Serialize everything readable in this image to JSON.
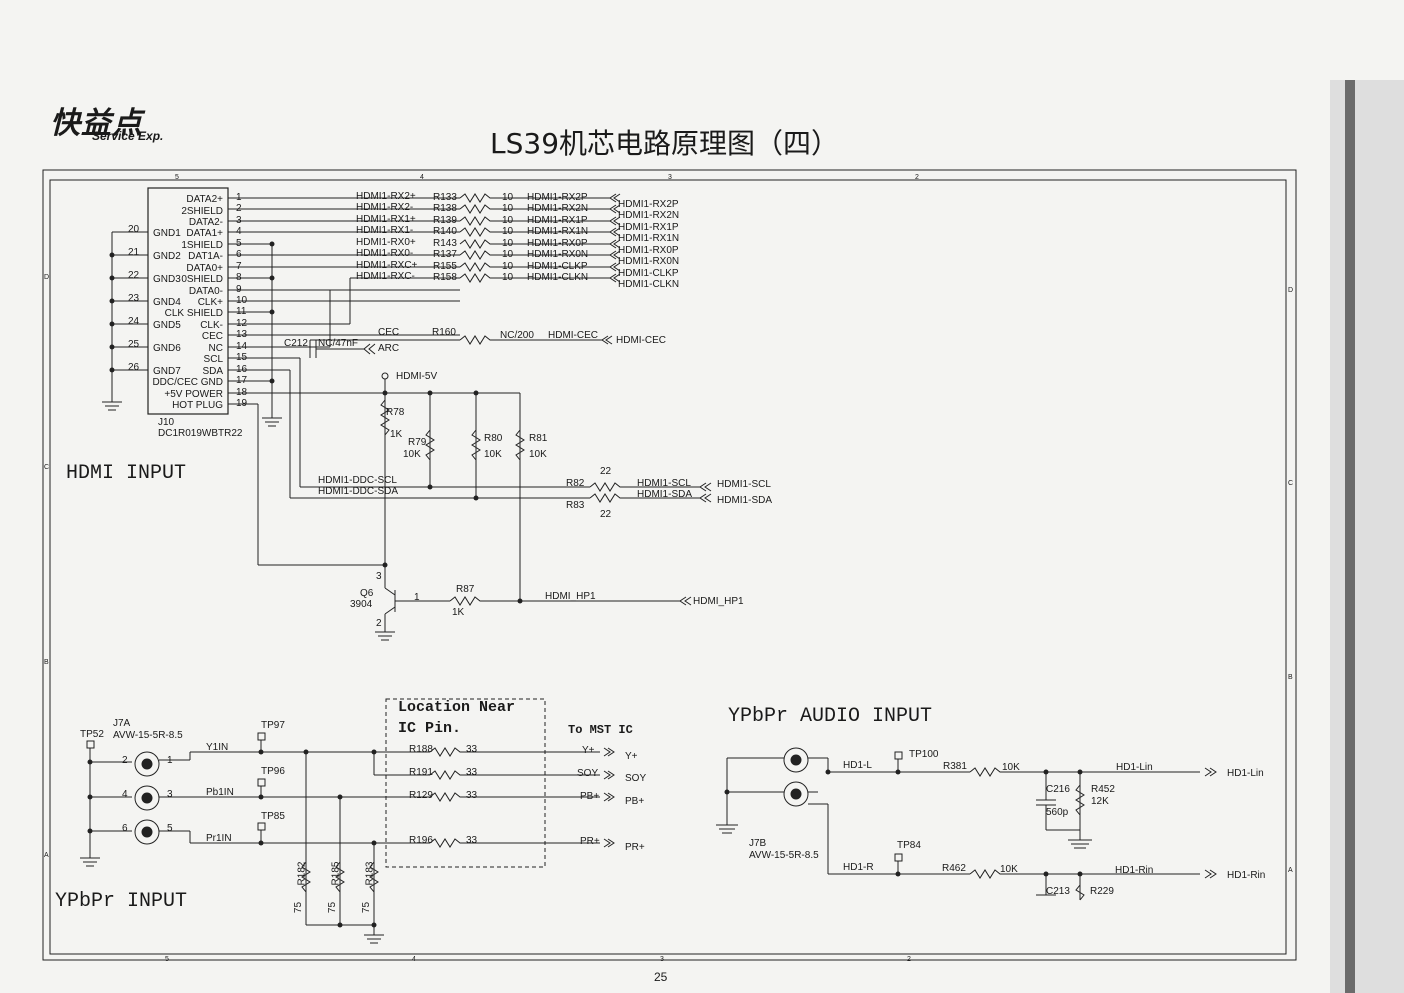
{
  "header": {
    "logo_text": "快益点",
    "logo_sub": "Service Exp.",
    "title": "LS39机芯电路原理图（四）"
  },
  "page_number": "25",
  "sections": {
    "hdmi": "HDMI INPUT",
    "ypbpr": "YPbPr INPUT",
    "audio": "YPbPr AUDIO INPUT",
    "location_note_line1": "Location Near",
    "location_note_line2": "IC Pin.",
    "to_mst": "To MST IC"
  },
  "connector_j10": {
    "ref": "J10",
    "part": "DC1R019WBTR22",
    "pins_right": [
      {
        "name": "DATA2+",
        "num": "1"
      },
      {
        "name": "2SHIELD",
        "num": "2"
      },
      {
        "name": "DATA2-",
        "num": "3"
      },
      {
        "name": "DATA1+",
        "num": "4"
      },
      {
        "name": "1SHIELD",
        "num": "5"
      },
      {
        "name": "DAT1A-",
        "num": "6"
      },
      {
        "name": "DATA0+",
        "num": "7"
      },
      {
        "name": "0SHIELD",
        "num": "8"
      },
      {
        "name": "DATA0-",
        "num": "9"
      },
      {
        "name": "CLK+",
        "num": "10"
      },
      {
        "name": "CLK SHIELD",
        "num": "11"
      },
      {
        "name": "CLK-",
        "num": "12"
      },
      {
        "name": "CEC",
        "num": "13"
      },
      {
        "name": "NC",
        "num": "14"
      },
      {
        "name": "SCL",
        "num": "15"
      },
      {
        "name": "SDA",
        "num": "16"
      },
      {
        "name": "DDC/CEC GND",
        "num": "17"
      },
      {
        "name": "+5V POWER",
        "num": "18"
      },
      {
        "name": "HOT PLUG",
        "num": "19"
      }
    ],
    "gnd_pins": [
      {
        "name": "GND1",
        "num": "20"
      },
      {
        "name": "GND2",
        "num": "21"
      },
      {
        "name": "GND3",
        "num": "22"
      },
      {
        "name": "GND4",
        "num": "23"
      },
      {
        "name": "GND5",
        "num": "24"
      },
      {
        "name": "GND6",
        "num": "25"
      },
      {
        "name": "GND7",
        "num": "26"
      }
    ]
  },
  "hdmi_lines": [
    {
      "net": "HDMI1-RX2+",
      "res": "R133",
      "val": "10",
      "out": "HDMI1-RX2P",
      "port": "HDMI1-RX2P"
    },
    {
      "net": "HDMI1-RX2-",
      "res": "R138",
      "val": "10",
      "out": "HDMI1-RX2N",
      "port": "HDMI1-RX2N"
    },
    {
      "net": "HDMI1-RX1+",
      "res": "R139",
      "val": "10",
      "out": "HDMI1-RX1P",
      "port": "HDMI1-RX1P"
    },
    {
      "net": "HDMI1-RX1-",
      "res": "R140",
      "val": "10",
      "out": "HDMI1-RX1N",
      "port": "HDMI1-RX1N"
    },
    {
      "net": "HDMI1-RX0+",
      "res": "R143",
      "val": "10",
      "out": "HDMI1-RX0P",
      "port": "HDMI1-RX0P"
    },
    {
      "net": "HDMI1-RX0-",
      "res": "R137",
      "val": "10",
      "out": "HDMI1-RX0N",
      "port": "HDMI1-RX0N"
    },
    {
      "net": "HDMI1-RXC+",
      "res": "R155",
      "val": "10",
      "out": "HDMI1-CLKP",
      "port": "HDMI1-CLKP"
    },
    {
      "net": "HDMI1-RXC-",
      "res": "R158",
      "val": "10",
      "out": "HDMI1-CLKN",
      "port": "HDMI1-CLKN"
    }
  ],
  "cec": {
    "net": "CEC",
    "res": "R160",
    "val": "NC/200",
    "out": "HDMI-CEC",
    "port": "HDMI-CEC",
    "cap": "C212",
    "cap_val": "NC/47nF",
    "arc": "ARC"
  },
  "power": {
    "net": "HDMI-5V",
    "r78": "R78",
    "r78_val": "1K",
    "r79": "R79",
    "r79_val": "10K",
    "r80": "R80",
    "r80_val": "10K",
    "r81": "R81",
    "r81_val": "10K"
  },
  "ddc": {
    "scl_net": "HDMI1-DDC-SCL",
    "sda_net": "HDMI1-DDC-SDA",
    "r82": "R82",
    "r82_val": "22",
    "r83": "R83",
    "r83_val": "22",
    "scl_out": "HDMI1-SCL",
    "sda_out": "HDMI1-SDA",
    "scl_port": "HDMI1-SCL",
    "sda_port": "HDMI1-SDA"
  },
  "hotplug": {
    "q": "Q6",
    "q_part": "3904",
    "r87": "R87",
    "r87_val": "1K",
    "net": "HDMI_HP1",
    "port": "HDMI_HP1",
    "pin1": "1",
    "pin2": "2",
    "pin3": "3"
  },
  "ypbpr": {
    "tp52": "TP52",
    "j7a": "J7A",
    "j7a_part": "AVW-15-5R-8.5",
    "tp97": "TP97",
    "tp96": "TP96",
    "tp85": "TP85",
    "y_in": "Y1IN",
    "pb_in": "Pb1IN",
    "pr_in": "Pr1IN",
    "pins": [
      "2",
      "1",
      "4",
      "3",
      "6",
      "5"
    ],
    "r188": "R188",
    "r191": "R191",
    "r129": "R129",
    "r196": "R196",
    "r_val": "33",
    "y_net": "Y+",
    "soy_net": "SOY",
    "pb_net": "PB+",
    "pr_net": "PR+",
    "y_port": "Y+",
    "soy_port": "SOY",
    "pb_port": "PB+",
    "pr_port": "PR+",
    "r182": "R182",
    "r185": "R185",
    "r183": "R183",
    "term_val": "75"
  },
  "audio": {
    "j7b": "J7B",
    "j7b_part": "AVW-15-5R-8.5",
    "tp100": "TP100",
    "tp84": "TP84",
    "hd1l": "HD1-L",
    "hd1r": "HD1-R",
    "r381": "R381",
    "r381_val": "10K",
    "r462": "R462",
    "r462_val": "10K",
    "c216": "C216",
    "c216_val": "560p",
    "r452": "R452",
    "r452_val": "12K",
    "c213": "C213",
    "r229": "R229",
    "lin_net": "HD1-Lin",
    "rin_net": "HD1-Rin",
    "lin_port": "HD1-Lin",
    "rin_port": "HD1-Rin"
  },
  "border_labels": {
    "top": [
      "5",
      "4",
      "3",
      "2"
    ],
    "bottom": [
      "5",
      "4",
      "3",
      "2"
    ],
    "left": [
      "D",
      "C",
      "B",
      "A"
    ],
    "right": [
      "D",
      "C",
      "B",
      "A"
    ]
  }
}
